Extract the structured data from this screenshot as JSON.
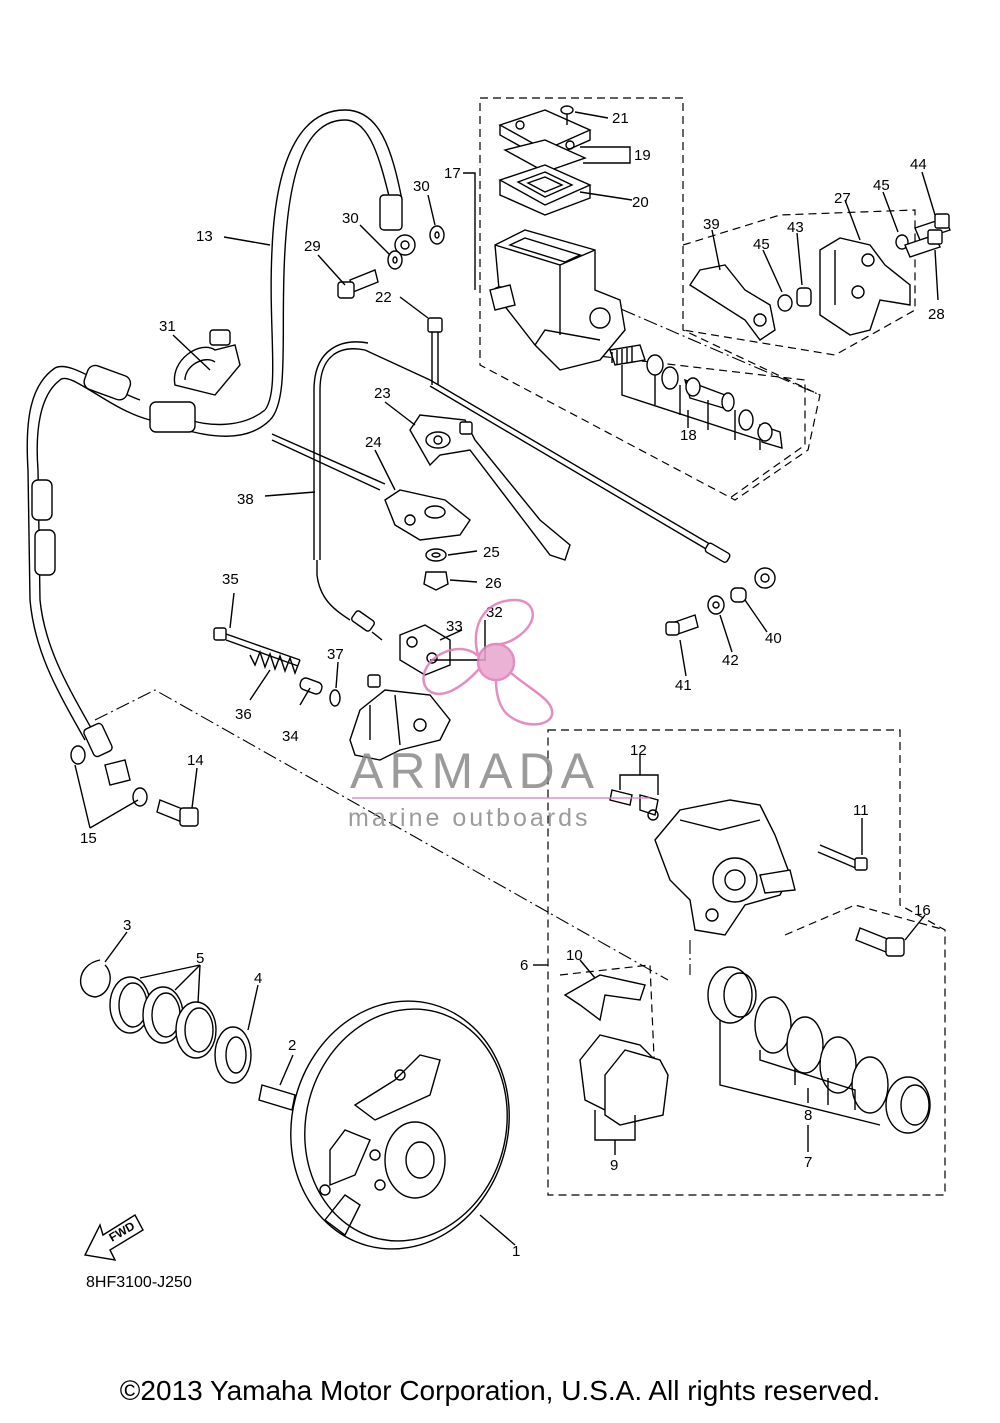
{
  "diagram": {
    "part_code": "8HF3100-J250",
    "fwd_label": "FWD",
    "callouts": [
      "1",
      "2",
      "3",
      "4",
      "5",
      "6",
      "7",
      "8",
      "9",
      "10",
      "11",
      "12",
      "13",
      "14",
      "15",
      "16",
      "17",
      "18",
      "19",
      "20",
      "21",
      "22",
      "23",
      "24",
      "25",
      "26",
      "27",
      "28",
      "29",
      "30",
      "30",
      "31",
      "32",
      "33",
      "34",
      "35",
      "36",
      "37",
      "38",
      "39",
      "40",
      "41",
      "42",
      "43",
      "44",
      "45",
      "45"
    ]
  },
  "watermark": {
    "brand": "ARMADA",
    "tagline": "marine outboards",
    "colors": {
      "logo": "#e07ab8",
      "text": "#8a8a8a"
    }
  },
  "footer": {
    "copyright": "©2013 Yamaha Motor Corporation, U.S.A. All rights reserved."
  }
}
